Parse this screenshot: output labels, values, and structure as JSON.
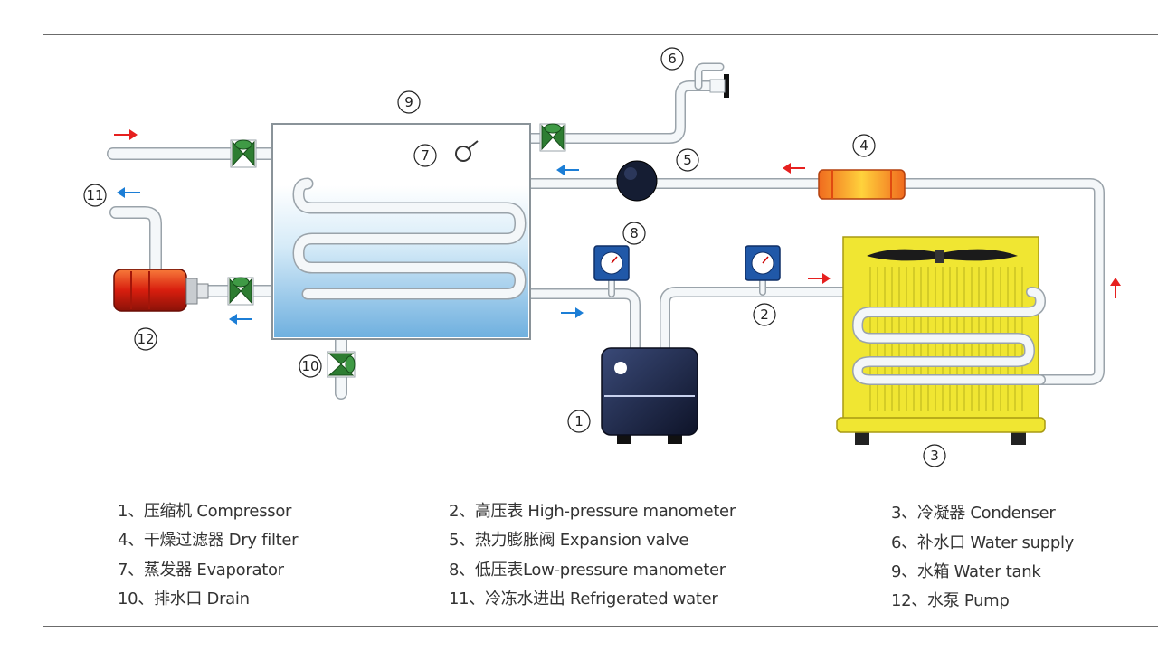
{
  "callouts": [
    "1",
    "2",
    "3",
    "4",
    "5",
    "6",
    "7",
    "8",
    "9",
    "10",
    "11",
    "12"
  ],
  "legend": [
    {
      "text": "1、压缩机 Compressor"
    },
    {
      "text": "2、高压表 High-pressure manometer"
    },
    {
      "text": "3、冷凝器 Condenser"
    },
    {
      "text": "4、干燥过滤器 Dry filter"
    },
    {
      "text": "5、热力膨胀阀 Expansion valve"
    },
    {
      "text": "6、补水口 Water supply"
    },
    {
      "text": "7、蒸发器 Evaporator"
    },
    {
      "text": "8、低压表Low-pressure manometer"
    },
    {
      "text": "9、水箱 Water tank"
    },
    {
      "text": "10、排水口 Drain"
    },
    {
      "text": "11、冷冻水进出 Refrigerated water"
    },
    {
      "text": "12、水泵 Pump"
    }
  ],
  "colors": {
    "pipe": "#f4f7f9",
    "pipe_outline": "#9aa3aa",
    "water": "#8fc3e6",
    "valve": "#2e7d32",
    "compressor": "#1c2340",
    "condenser": "#f0e632",
    "filter": "#f25a1a",
    "pump": "#e12b12",
    "arrow_red": "#e6201f",
    "arrow_blue": "#1c7ed6",
    "gauge": "#1f4f9a"
  }
}
